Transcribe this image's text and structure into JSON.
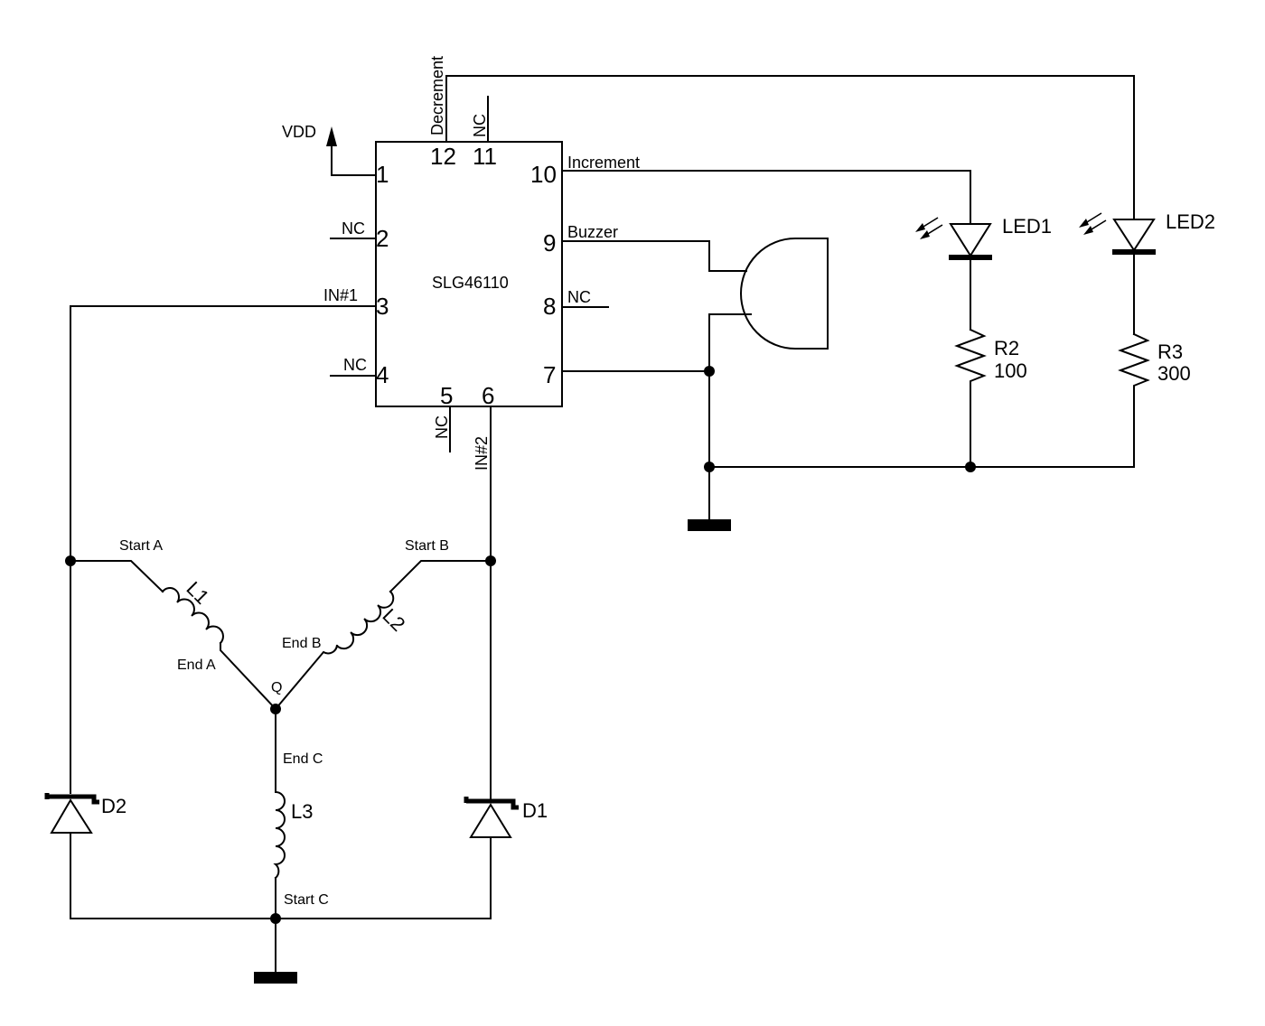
{
  "ic": {
    "name": "SLG46110",
    "pins": {
      "p1": "1",
      "p2": "2",
      "p3": "3",
      "p4": "4",
      "p5": "5",
      "p6": "6",
      "p7": "7",
      "p8": "8",
      "p9": "9",
      "p10": "10",
      "p11": "11",
      "p12": "12"
    }
  },
  "nets": {
    "vdd": "VDD",
    "nc2": "NC",
    "in1": "IN#1",
    "nc4": "NC",
    "nc5": "NC",
    "in2": "IN#2",
    "nc8": "NC",
    "buzzer": "Buzzer",
    "increment": "Increment",
    "nc11": "NC",
    "decrement": "Decrement"
  },
  "components": {
    "led1": "LED1",
    "led2": "LED2",
    "r2": "R2",
    "r2_value": "100",
    "r3": "R3",
    "r3_value": "300",
    "l1": "L1",
    "l2": "L2",
    "l3": "L3",
    "d1": "D1",
    "d2": "D2"
  },
  "coil_labels": {
    "start_a": "Start A",
    "end_a": "End A",
    "start_b": "Start B",
    "end_b": "End B",
    "start_c": "Start C",
    "end_c": "End C",
    "q": "Q"
  }
}
